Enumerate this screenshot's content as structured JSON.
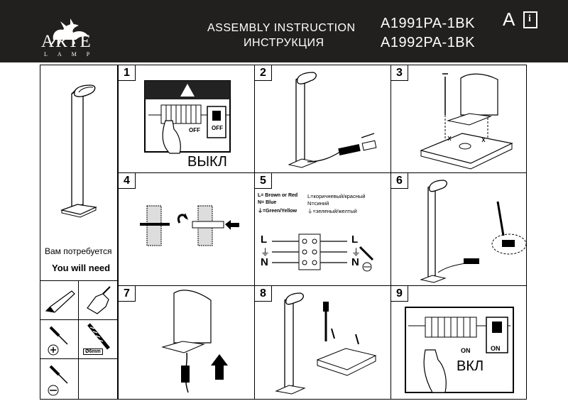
{
  "brand": {
    "name": "ARTE",
    "sub": "LAMP"
  },
  "header": {
    "title_en": "ASSEMBLY INSTRUCTION",
    "title_ru": "ИНСТРУКЦИЯ",
    "model_1": "A1991PA-1BK",
    "model_2": "A1992PA-1BK",
    "lang_letter": "A",
    "info_symbol": "i"
  },
  "left": {
    "need_ru": "Вам потребуется",
    "need_en": "You will need",
    "drill_size": "Ø6mm"
  },
  "steps": {
    "s1": {
      "num": "1",
      "off_a": "OFF",
      "off_b": "OFF",
      "label": "ВЫКЛ",
      "warn": "!"
    },
    "s2": {
      "num": "2"
    },
    "s3": {
      "num": "3"
    },
    "s4": {
      "num": "4"
    },
    "s5": {
      "num": "5",
      "l_en": "L= Brown or Red",
      "l_ru": "L=коричневый/красный",
      "n_en": "N= Blue",
      "n_ru": "N=синий",
      "g_en": "⏚=Green/Yellow",
      "g_ru": "⏚=зеленый/желтый",
      "L": "L",
      "N": "N",
      "ground": "⏚"
    },
    "s6": {
      "num": "6"
    },
    "s7": {
      "num": "7"
    },
    "s8": {
      "num": "8"
    },
    "s9": {
      "num": "9",
      "on_a": "ON",
      "on_b": "ON",
      "label": "ВКЛ"
    }
  }
}
